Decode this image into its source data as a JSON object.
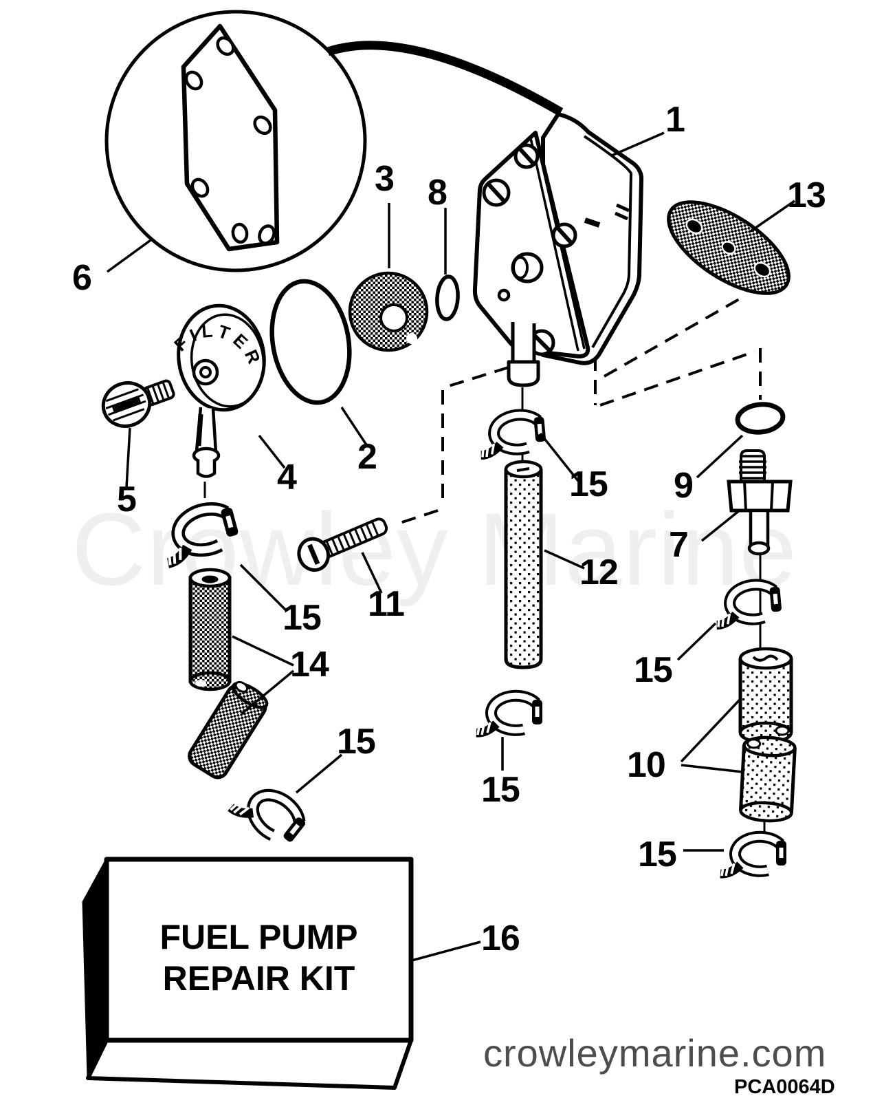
{
  "watermark": {
    "text": "Crowley Marine",
    "color": "#efefef"
  },
  "footer": {
    "website": "crowleymarine.com",
    "website_color": "#4d4d4d",
    "drawing_code": "PCA0064D"
  },
  "kit_box": {
    "line1": "FUEL PUMP",
    "line2": "REPAIR KIT"
  },
  "filter_cover": {
    "embossed_text": "FILTER"
  },
  "callouts": {
    "c1": "1",
    "c2": "2",
    "c3": "3",
    "c4": "4",
    "c5": "5",
    "c6": "6",
    "c7": "7",
    "c8": "8",
    "c9": "9",
    "c10": "10",
    "c11": "11",
    "c12": "12",
    "c13": "13",
    "c14": "14",
    "c15a": "15",
    "c15b": "15",
    "c15c": "15",
    "c15d": "15",
    "c15e": "15",
    "c15f": "15",
    "c16": "16"
  },
  "colors": {
    "line": "#000000",
    "background": "#ffffff"
  }
}
